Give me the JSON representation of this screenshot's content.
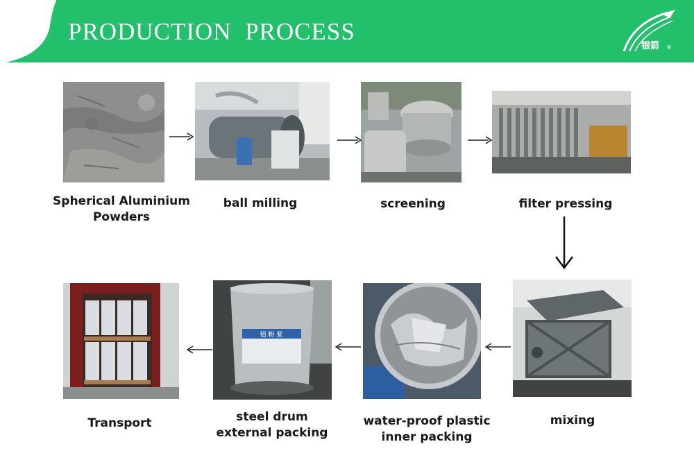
{
  "header": {
    "title": "PRODUCTION  PROCESS",
    "logo_text": "银箭",
    "logo_reg": "®",
    "brand_color": "#22c06a"
  },
  "steps": [
    {
      "line1": "Spherical Aluminium",
      "line2": "Powders"
    },
    {
      "line1": "ball milling",
      "line2": ""
    },
    {
      "line1": "screening",
      "line2": ""
    },
    {
      "line1": "filter pressing",
      "line2": ""
    },
    {
      "line1": "mixing",
      "line2": ""
    },
    {
      "line1": "water-proof plastic",
      "line2": "inner packing"
    },
    {
      "line1": "steel drum",
      "line2": "external packing"
    },
    {
      "line1": "Transport",
      "line2": ""
    }
  ],
  "drum_label": "铝 粉 浆"
}
